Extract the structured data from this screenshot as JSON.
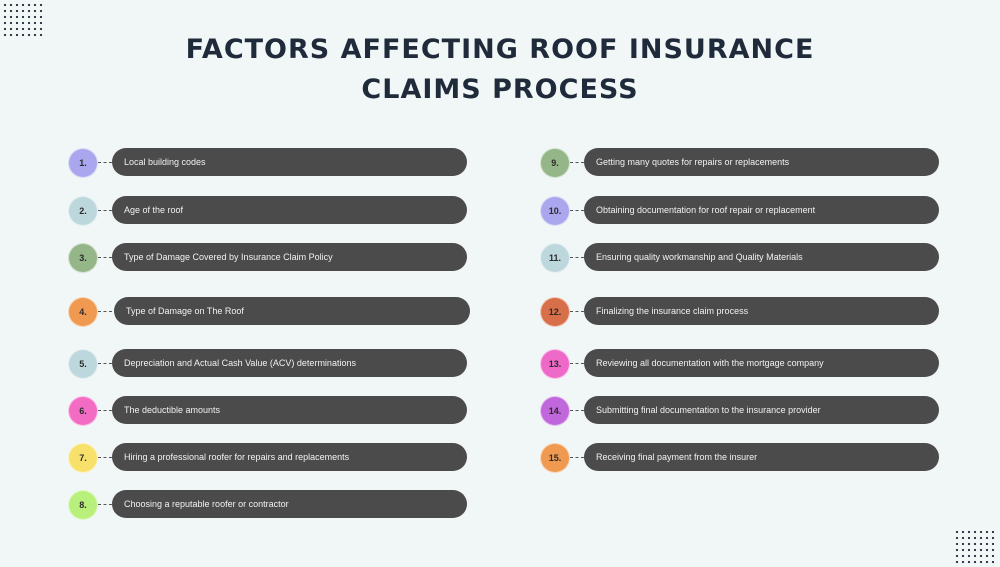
{
  "title": [
    "FACTORS AFFECTING ROOF INSURANCE",
    "CLAIMS PROCESS"
  ],
  "items": [
    {
      "num": "1.",
      "label": "Local building codes",
      "color": "#aaa7ee"
    },
    {
      "num": "2.",
      "label": "Age of the roof",
      "color": "#bdd8dd"
    },
    {
      "num": "3.",
      "label": "Type of Damage Covered by Insurance Claim Policy",
      "color": "#94b688"
    },
    {
      "num": "4.",
      "label": "Type of Damage on The Roof",
      "color": "#ef9a50"
    },
    {
      "num": "5.",
      "label": "Depreciation and Actual Cash Value (ACV) determinations",
      "color": "#bdd8dd"
    },
    {
      "num": "6.",
      "label": "The deductible amounts",
      "color": "#f26cc4"
    },
    {
      "num": "7.",
      "label": "Hiring a professional roofer for repairs and replacements",
      "color": "#f8e16b"
    },
    {
      "num": "8.",
      "label": "Choosing a reputable roofer or contractor",
      "color": "#b9ef7b"
    },
    {
      "num": "9.",
      "label": "Getting many quotes for repairs or replacements",
      "color": "#94b688"
    },
    {
      "num": "10.",
      "label": "Obtaining documentation for roof repair or replacement",
      "color": "#aaa7ee"
    },
    {
      "num": "11.",
      "label": "Ensuring quality workmanship and Quality Materials",
      "color": "#bdd8dd"
    },
    {
      "num": "12.",
      "label": "Finalizing the insurance claim process",
      "color": "#d7704a"
    },
    {
      "num": "13.",
      "label": "Reviewing all documentation with the mortgage company",
      "color": "#ef6ac8"
    },
    {
      "num": "14.",
      "label": "Submitting final documentation to the insurance provider",
      "color": "#c067db"
    },
    {
      "num": "15.",
      "label": "Receiving final payment from the insurer",
      "color": "#ef9a50"
    }
  ]
}
